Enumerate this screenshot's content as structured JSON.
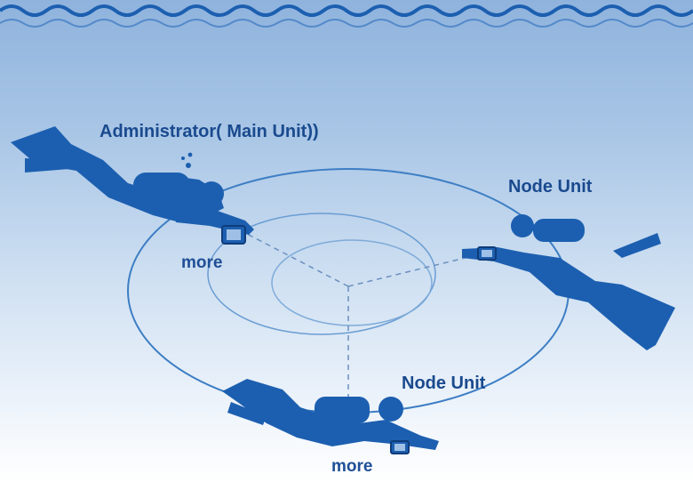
{
  "labels": {
    "administrator": "Administrator( Main Unit))",
    "node_unit_right": "Node Unit",
    "node_unit_bottom": "Node Unit",
    "more_left": "more",
    "more_bottom": "more"
  },
  "colors": {
    "diver": "#1c5fb0",
    "ring": "#3d7ec4",
    "text": "#1a4a8e",
    "wave": "#1c5fb0"
  }
}
